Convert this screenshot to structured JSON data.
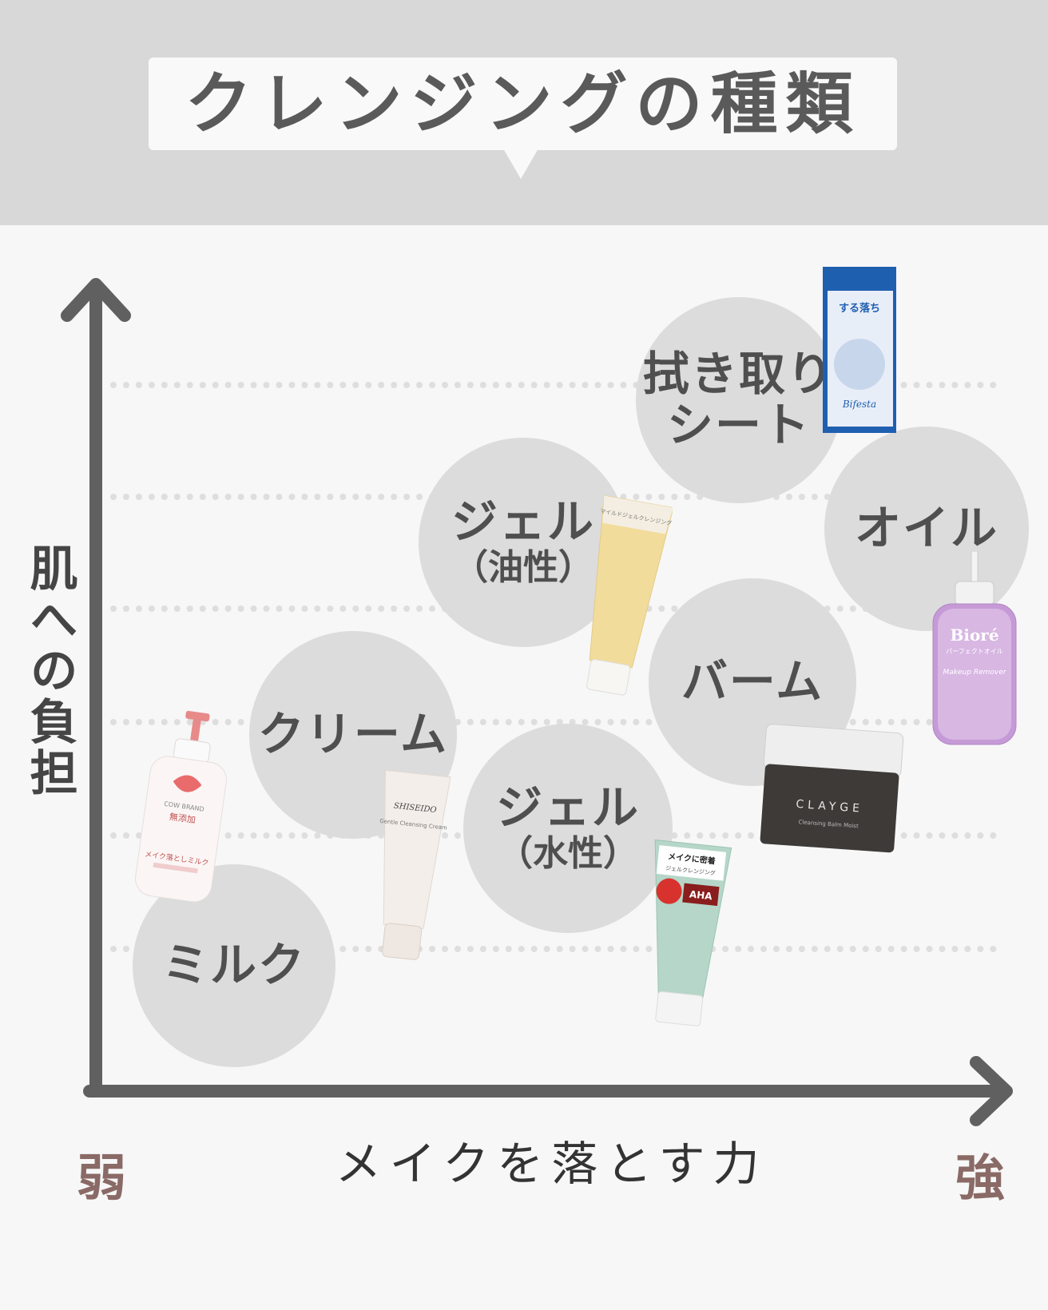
{
  "title": "クレンジングの種類",
  "y_axis_label": "肌への負担",
  "x_axis_label": "メイクを落とす力",
  "x_axis_low": "弱",
  "x_axis_high": "強",
  "categories": [
    {
      "id": "milk",
      "label": "ミルク",
      "sub": ""
    },
    {
      "id": "cream",
      "label": "クリーム",
      "sub": ""
    },
    {
      "id": "gel-water",
      "label": "ジェル",
      "sub": "（水性）"
    },
    {
      "id": "gel-oil",
      "label": "ジェル",
      "sub": "（油性）"
    },
    {
      "id": "balm",
      "label": "バーム",
      "sub": ""
    },
    {
      "id": "oil",
      "label": "オイル",
      "sub": ""
    },
    {
      "id": "sheet",
      "label": "拭き取り",
      "sub": "シート"
    }
  ],
  "products": {
    "milk": {
      "brand": "COW BRAND",
      "line": "無添加",
      "text": "メイク落としミルク"
    },
    "cream": {
      "brand": "SHISEIDO",
      "text": "Gentle Cleansing Cream"
    },
    "gel_oil": {
      "text": "マイルドジェルクレンジング"
    },
    "gel_water": {
      "text": "メイクに密着",
      "sub": "ジェルクレンジング",
      "badge": "AHA"
    },
    "balm": {
      "brand": "CLAYGE",
      "text": "Cleansing Balm Moist"
    },
    "oil": {
      "brand": "Bioré",
      "text": "パーフェクトオイル",
      "sub": "Makeup Remover"
    },
    "sheet": {
      "brand": "Bifesta",
      "text": "する落ち"
    }
  },
  "colors": {
    "header": "#d8d8d8",
    "bubble": "#dcdcdc",
    "axis": "#606060",
    "endpoint": "#8a6a66"
  }
}
